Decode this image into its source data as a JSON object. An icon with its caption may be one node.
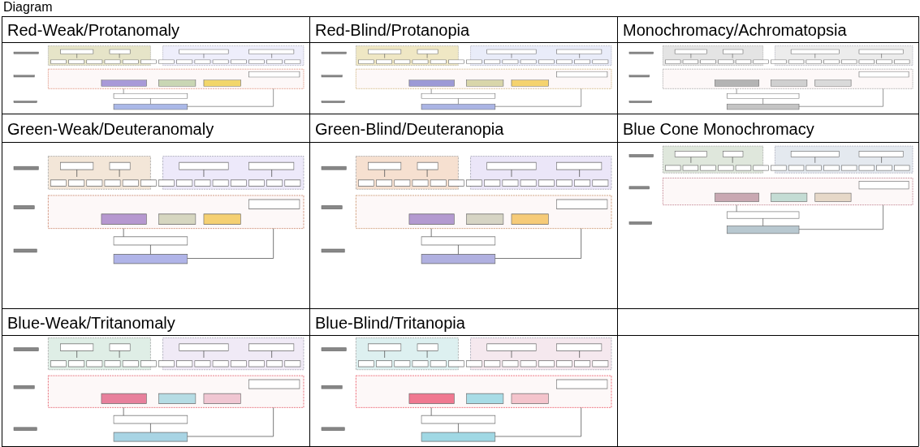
{
  "diagram": {
    "title": "Diagram",
    "labels": [
      "Red-Weak/Protanomaly",
      "Red-Blind/Protanopia",
      "Monochromacy/Achromatopsia",
      "Green-Weak/Deuteranomaly",
      "Green-Blind/Deuteranopia",
      "Blue Cone Monochromacy",
      "Blue-Weak/Tritanomaly",
      "Blue-Blind/Tritanopia"
    ]
  }
}
